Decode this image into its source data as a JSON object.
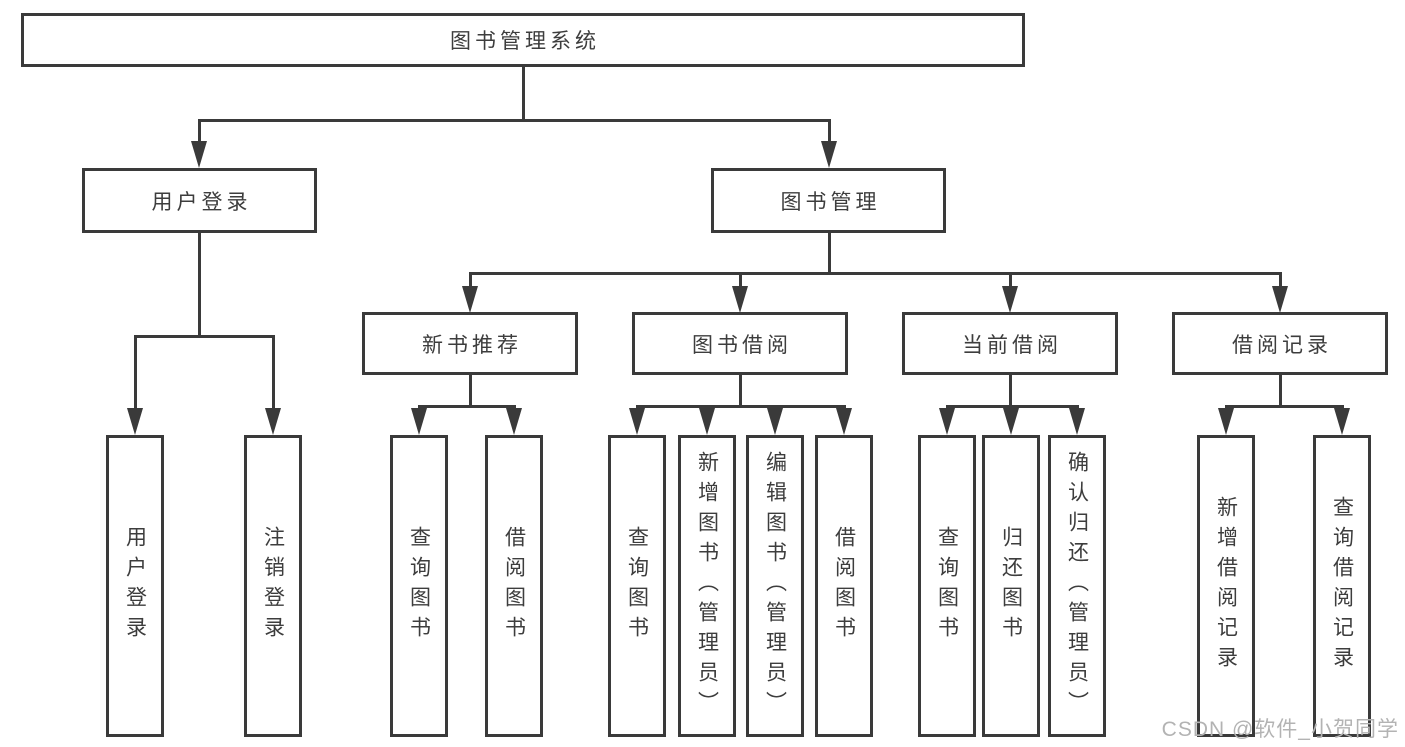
{
  "tree": {
    "root": "图书管理系统",
    "level2": [
      "用户登录",
      "图书管理"
    ],
    "level3": [
      "新书推荐",
      "图书借阅",
      "当前借阅",
      "借阅记录"
    ],
    "leaves": [
      "用户登录",
      "注销登录",
      "查询图书",
      "借阅图书",
      "查询图书",
      "新增图书（管理员）",
      "编辑图书（管理员）",
      "借阅图书",
      "查询图书",
      "归还图书",
      "确认归还（管理员）",
      "新增借阅记录",
      "查询借阅记录"
    ]
  },
  "watermark": "CSDN @软件_小贺同学",
  "colors": {
    "line": "#3a3a3a",
    "text": "#3d3d3d",
    "watermark": "#b3b3b3"
  }
}
